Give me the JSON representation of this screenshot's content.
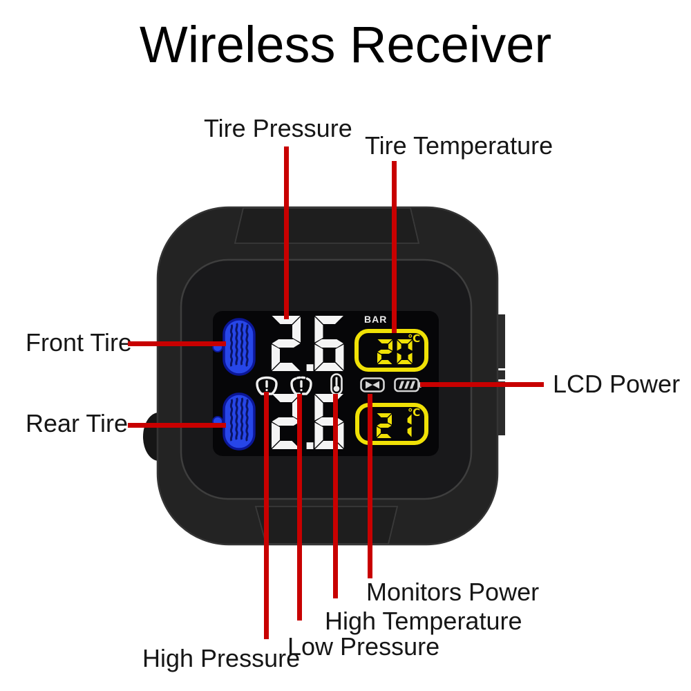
{
  "title": "Wireless Receiver",
  "labels": {
    "tire_pressure": "Tire Pressure",
    "tire_temperature": "Tire Temperature",
    "front_tire": "Front Tire",
    "rear_tire": "Rear Tire",
    "lcd_power": "LCD Power",
    "monitors_power": "Monitors Power",
    "high_temperature": "High Temperature",
    "low_pressure": "Low Pressure",
    "high_pressure": "High Pressure"
  },
  "device": {
    "display": {
      "front_pressure": "2.6",
      "rear_pressure": "2.6",
      "pressure_unit": "BAR",
      "front_temperature": "20",
      "rear_temperature": "21",
      "temperature_unit": "℃"
    },
    "icons": [
      "tire-high-pressure-warning-icon",
      "tire-low-pressure-warning-icon",
      "tire-high-temperature-warning-icon",
      "sensor-monitor-battery-icon",
      "receiver-lcd-battery-icon"
    ]
  },
  "colors": {
    "annotation_red": "#c80000",
    "lcd_digit_white": "#f4f4f4",
    "lcd_temp_yellow": "#f0e106",
    "tire_blue": "#2746e8",
    "device_black": "#222222"
  }
}
